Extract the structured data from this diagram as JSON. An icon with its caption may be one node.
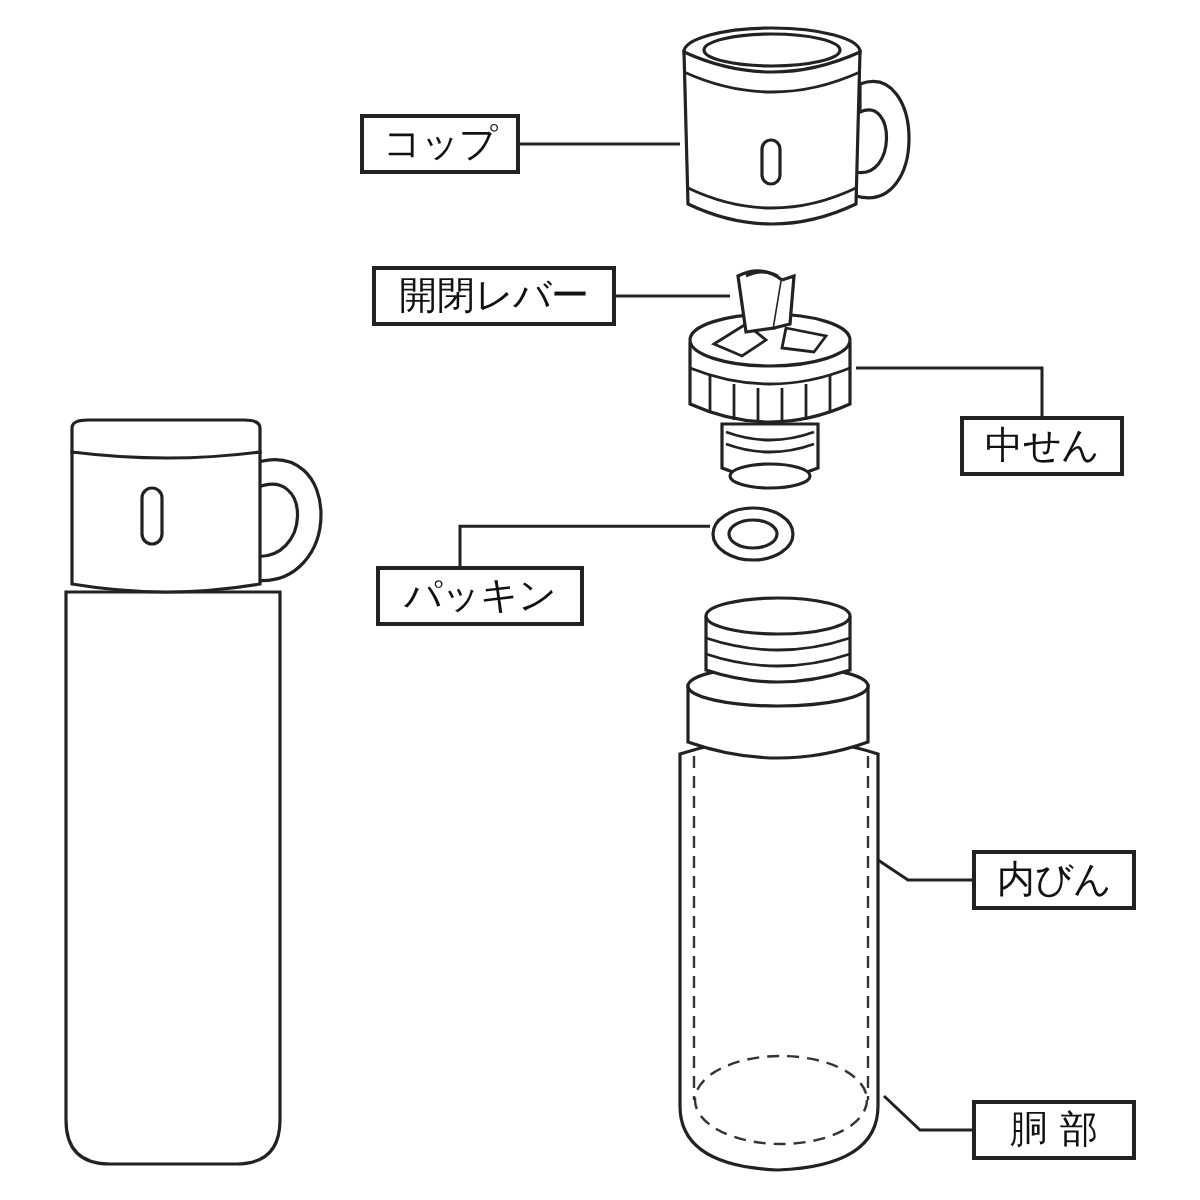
{
  "diagram": {
    "nodes": [
      {
        "text": [
          "コップ"
        ]
      },
      {
        "text": [
          "開閉レバー"
        ]
      },
      {
        "text": [
          "中せん"
        ]
      },
      {
        "text": [
          "パッキン"
        ]
      },
      {
        "text": [
          "内びん"
        ]
      },
      {
        "text": [
          "胴 部"
        ]
      },
      {
        "text": [],
        "shape": "picture"
      },
      {
        "text": [],
        "shape": "picture"
      },
      {
        "text": [],
        "shape": "picture"
      },
      {
        "text": [],
        "shape": "picture"
      },
      {
        "text": [],
        "shape": "picture"
      },
      {
        "text": [],
        "shape": "picture",
        "in": 10
      }
    ],
    "edges": [
      {
        "from": 0,
        "to": 6,
        "arrow": "none"
      },
      {
        "from": 1,
        "to": 8,
        "arrow": "none"
      },
      {
        "from": 2,
        "to": 7,
        "arrow": "none"
      },
      {
        "from": 3,
        "to": 9,
        "arrow": "none"
      },
      {
        "from": 4,
        "to": 11,
        "arrow": "none"
      },
      {
        "from": 5,
        "to": 10,
        "arrow": "none"
      }
    ]
  }
}
